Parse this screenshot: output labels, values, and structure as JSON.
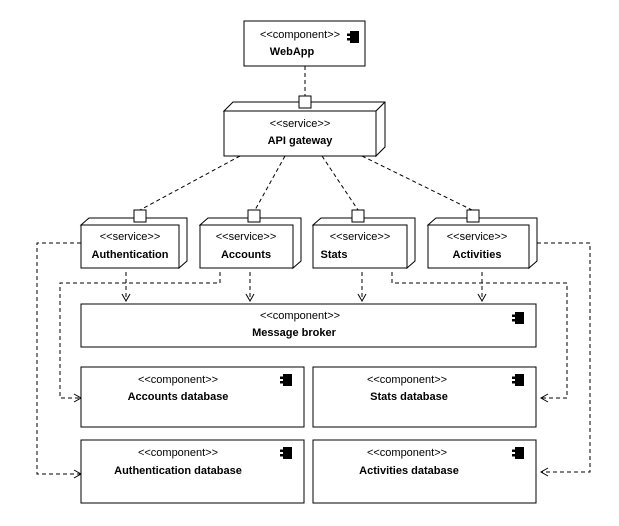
{
  "webapp": {
    "stereotype": "<<component>>",
    "name": "WebApp"
  },
  "gateway": {
    "stereotype": "<<service>>",
    "name": "API gateway"
  },
  "services": [
    {
      "stereotype": "<<service>>",
      "name": "Authentication"
    },
    {
      "stereotype": "<<service>>",
      "name": "Accounts"
    },
    {
      "stereotype": "<<service>>",
      "name": "Stats"
    },
    {
      "stereotype": "<<service>>",
      "name": "Activities"
    }
  ],
  "broker": {
    "stereotype": "<<component>>",
    "name": "Message broker"
  },
  "databases": [
    {
      "stereotype": "<<component>>",
      "name": "Accounts database"
    },
    {
      "stereotype": "<<component>>",
      "name": "Stats database"
    },
    {
      "stereotype": "<<component>>",
      "name": "Authentication database"
    },
    {
      "stereotype": "<<component>>",
      "name": "Activities database"
    }
  ],
  "icons": {
    "component": "component-icon",
    "port": "port-square"
  }
}
